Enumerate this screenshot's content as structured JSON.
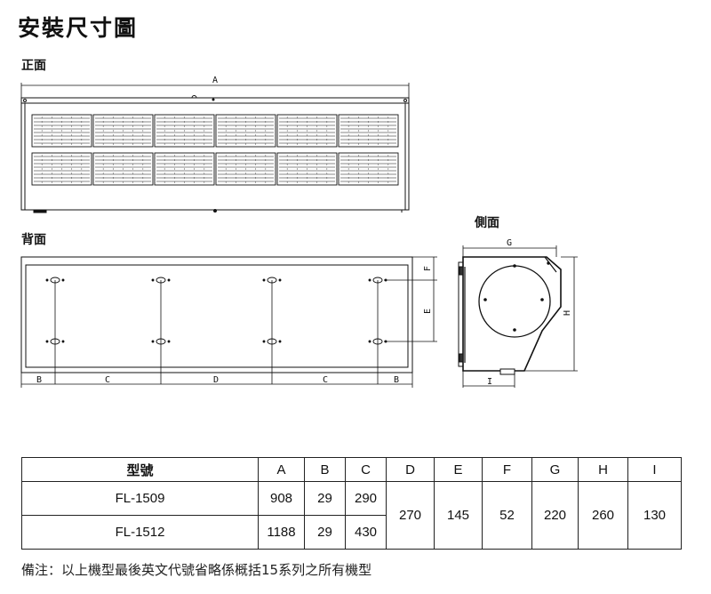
{
  "page": {
    "title": "安裝尺寸圖",
    "front_label": "正面",
    "back_label": "背面",
    "side_label": "側面"
  },
  "dims": {
    "A": "A",
    "B": "B",
    "C": "C",
    "D": "D",
    "E": "E",
    "F": "F",
    "G": "G",
    "H": "H",
    "I": "I"
  },
  "table": {
    "headers": [
      "型號",
      "A",
      "B",
      "C",
      "D",
      "E",
      "F",
      "G",
      "H",
      "I"
    ],
    "rows": [
      {
        "model": "FL-1509",
        "A": "908",
        "B": "29",
        "C": "290"
      },
      {
        "model": "FL-1512",
        "A": "1188",
        "B": "29",
        "C": "430"
      }
    ],
    "shared": {
      "D": "270",
      "E": "145",
      "F": "52",
      "G": "220",
      "H": "260",
      "I": "130"
    }
  },
  "note": "備注：以上機型最後英文代號省略係概括15系列之所有機型"
}
